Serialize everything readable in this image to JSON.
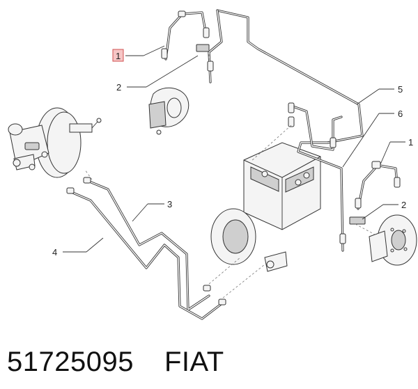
{
  "callouts": [
    {
      "id": "c1a",
      "label": "1",
      "highlighted": true
    },
    {
      "id": "c2a",
      "label": "2"
    },
    {
      "id": "c5",
      "label": "5"
    },
    {
      "id": "c6",
      "label": "6"
    },
    {
      "id": "c1b",
      "label": "1"
    },
    {
      "id": "c3",
      "label": "3"
    },
    {
      "id": "c2b",
      "label": "2"
    },
    {
      "id": "c4",
      "label": "4"
    }
  ],
  "footer": {
    "part_number": "51725095",
    "brand": "FIAT"
  },
  "colors": {
    "line": "#333333",
    "highlight_fill": "#f6c6c6",
    "highlight_stroke": "#d05050"
  }
}
